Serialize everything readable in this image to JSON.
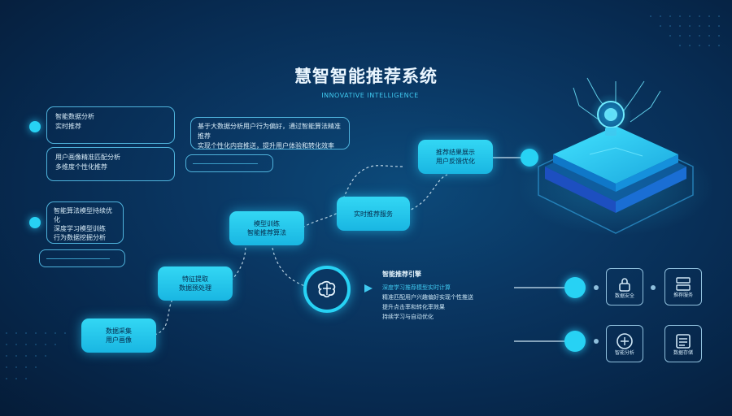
{
  "header": {
    "title": "慧智智能推荐系统",
    "subtitle": "INNOVATIVE INTELLIGENCE"
  },
  "left_panels": [
    {
      "lines": [
        "智能数据分析",
        "实时推荐"
      ]
    },
    {
      "lines": [
        "用户画像精准匹配分析",
        "多维度个性化推荐"
      ]
    },
    {
      "lines": [
        "智能算法模型持续优化",
        "深度学习模型训练",
        "行为数据挖掘分析"
      ]
    }
  ],
  "top_info": {
    "lines": [
      "基于大数据分析用户行为偏好，通过智能算法精准推荐",
      "实现个性化内容推送，提升用户体验和转化效率"
    ]
  },
  "flow_nodes": [
    {
      "lines": [
        "数据采集",
        "用户画像"
      ]
    },
    {
      "lines": [
        "特征提取",
        "数据预处理"
      ]
    },
    {
      "lines": [
        "模型训练",
        "智能推荐算法"
      ]
    },
    {
      "lines": [
        "实时推荐服务"
      ]
    },
    {
      "lines": [
        "推荐结果展示",
        "用户反馈优化"
      ]
    }
  ],
  "engine": {
    "title": "智能推荐引擎",
    "lines": [
      "深度学习推荐模型实时计算",
      "精准匹配用户兴趣偏好实现个性推送",
      "提升点击率和转化率效果",
      "持续学习与自动优化"
    ]
  },
  "features": [
    {
      "label": "数据安全",
      "icon": "lock-icon"
    },
    {
      "label": "推荐服务",
      "icon": "server-icon"
    },
    {
      "label": "智能分析",
      "icon": "brain-icon"
    },
    {
      "label": "数据存储",
      "icon": "database-icon"
    }
  ]
}
